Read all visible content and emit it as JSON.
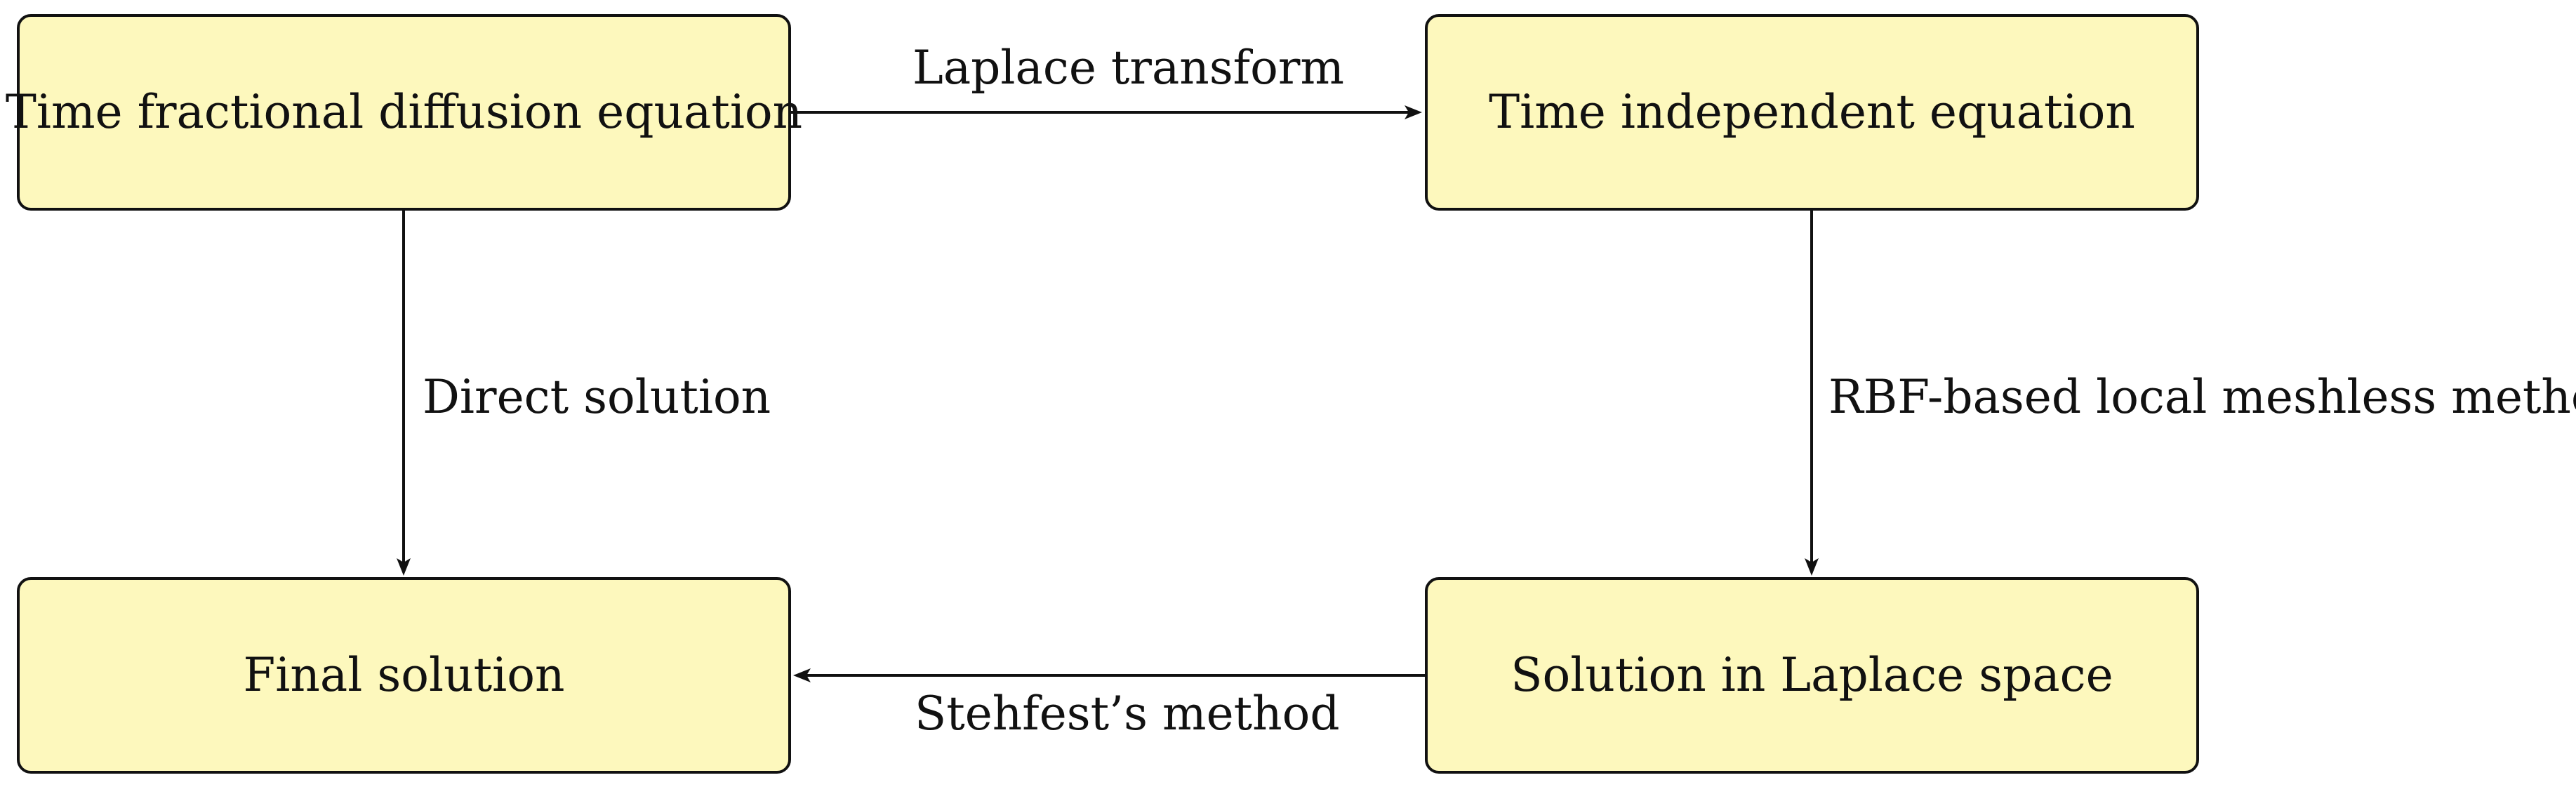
{
  "colors": {
    "node_fill": "#fdf8bd",
    "stroke": "#111111",
    "background": "#ffffff"
  },
  "nodes": {
    "top_left": {
      "label": "Time fractional diffusion equation"
    },
    "top_right": {
      "label": "Time independent equation"
    },
    "bottom_left": {
      "label": "Final solution"
    },
    "bottom_right": {
      "label": "Solution in Laplace space"
    }
  },
  "edges": {
    "top": {
      "label": "Laplace transform",
      "direction": "right"
    },
    "left": {
      "label": "Direct solution",
      "direction": "down"
    },
    "right": {
      "label": "RBF-based local meshless method",
      "direction": "down"
    },
    "bottom": {
      "label": "Stehfest’s method",
      "direction": "left"
    }
  }
}
